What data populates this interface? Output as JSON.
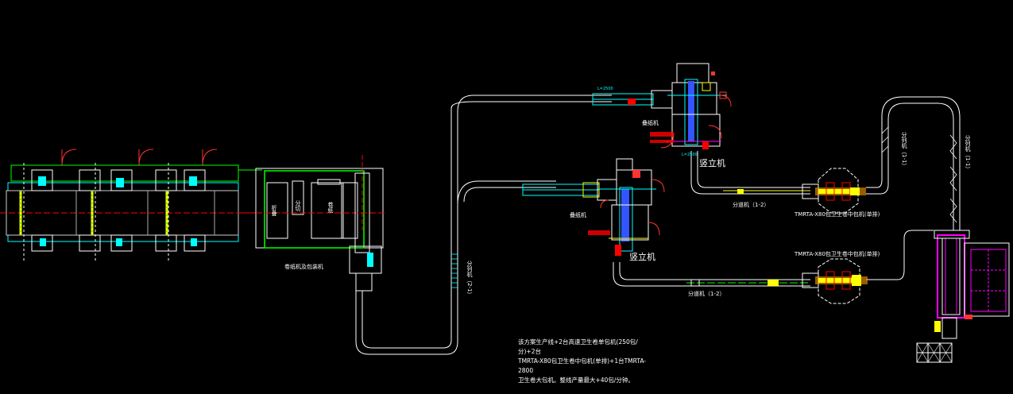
{
  "labels": {
    "main_machine": "卷纸机及包装机",
    "stacker_1": "叠纸机",
    "stacker_2": "叠纸机",
    "vertical_machine_1": "竖立机",
    "vertical_machine_2": "竖立机",
    "conveyor_2_1": "分列机（2-1）",
    "conveyor_1_1": "分列机（1-1）",
    "splitter_1_2": "分道机（1-2）",
    "splitter_2_2": "分道机（1-2）",
    "packer_upper": "TMRTA-X80包卫生卷中包机(单排)",
    "packer_lower": "TMRTA-X80包卫生卷中包机(单排)",
    "station_a": "折叠",
    "station_b": "分切",
    "station_c": "卷纸",
    "speed_mark_1": "L=2500",
    "speed_mark_2": "L=2500"
  },
  "note": {
    "line1": "该方案生产线+2台高速卫生卷单包机(250包/分)+2台",
    "line2": "TMRTA-X80包卫生卷中包机(单排)+1台TMRTA-2800",
    "line3": "卫生卷大包机。整线产量最大+40包/分钟。"
  },
  "colors": {
    "background": "#000000",
    "conveyor": "#ffffff",
    "cyan": "#00ffff",
    "green": "#00ff00",
    "red": "#ff0000",
    "magenta": "#ff00ff",
    "yellow": "#ffff00",
    "blue": "#3355ff"
  }
}
